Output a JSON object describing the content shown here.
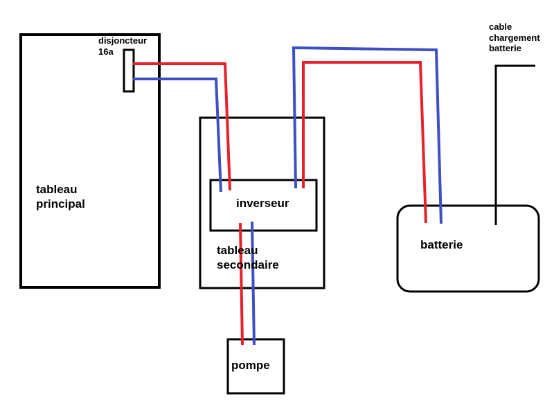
{
  "diagram": {
    "background": "#ffffff",
    "colors": {
      "phase": "#e8202a",
      "neutral": "#3d4fc4",
      "outline": "#000000"
    },
    "boxes": {
      "tableau_principal": {
        "line1": "tableau",
        "line2": "principal"
      },
      "disjoncteur": {
        "line1": "disjoncteur",
        "line2": "16a"
      },
      "tableau_secondaire": {
        "line1": "tableau",
        "line2": "secondaire"
      },
      "inverseur": {
        "label": "inverseur"
      },
      "pompe": {
        "label": "pompe"
      },
      "batterie": {
        "label": "batterie"
      }
    },
    "cable_chargement": {
      "line1": "cable",
      "line2": "chargement",
      "line3": "batterie"
    }
  }
}
